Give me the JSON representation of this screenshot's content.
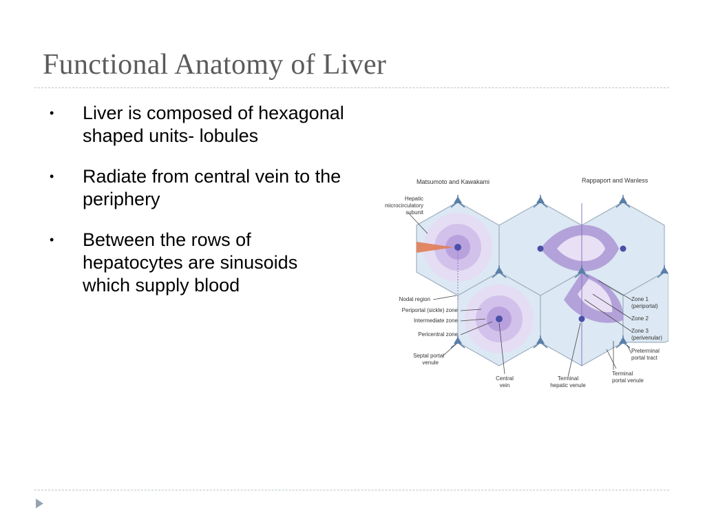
{
  "slide": {
    "title": "Functional Anatomy of Liver",
    "bullet_glyph": "•",
    "bullets": [
      "Liver is composed of hexagonal shaped units- lobules",
      "Radiate from central vein to the periphery",
      "Between the rows of hepatocytes are sinusoids which supply blood"
    ],
    "corner_marker_icon": "triangle-right-icon"
  },
  "figure": {
    "header_left": "Matsumoto and Kawakami",
    "header_right": "Rappaport and Wanless",
    "labels": {
      "hepatic_line1": "Hepatic",
      "hepatic_line2": "microcirculatory",
      "hepatic_line3": "subunit",
      "nodal_region": "Nodal region",
      "periportal_zone": "Periportal (sickle) zone",
      "intermediate_zone": "Intermediate zone",
      "pericentral_zone": "Pericentral zone",
      "septal_line1": "Septal portal",
      "septal_line2": "venule",
      "central_line1": "Central",
      "central_line2": "vein",
      "thv_line1": "Terminal",
      "thv_line2": "hepatic venule",
      "tpv_line1": "Terminal",
      "tpv_line2": "portal venule",
      "zone1_line1": "Zone 1",
      "zone1_line2": "(periportal)",
      "zone2": "Zone 2",
      "zone3_line1": "Zone 3",
      "zone3_line2": "(perivenular)",
      "preterminal_line1": "Preterminal",
      "preterminal_line2": "portal tract"
    },
    "colors": {
      "lobule_fill": "#dce8f3",
      "lobule_stroke": "#9fb0c0",
      "portal_triad": "#5a7fa8",
      "central_vein": "#4b4fa8",
      "zone_purple": "#a58bd0",
      "zone_light": "#c9b6e6",
      "septal_orange": "#e07d55"
    }
  }
}
